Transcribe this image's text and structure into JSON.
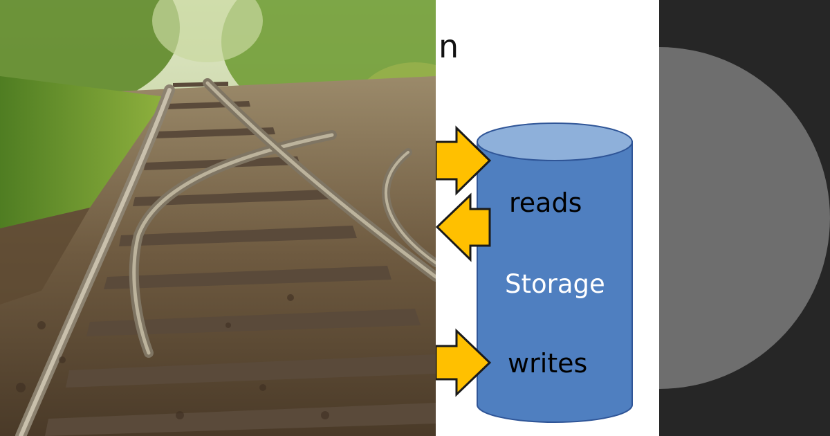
{
  "photo": {
    "subject": "railroad-tracks-photo"
  },
  "diagram": {
    "partial_heading": "n",
    "cylinder_labels": {
      "reads": "reads",
      "storage": "Storage",
      "writes": "writes"
    },
    "colors": {
      "cylinder_body": "#4f7fc0",
      "cylinder_top": "#8eb0da",
      "cylinder_outline": "#2f5597",
      "arrow_fill": "#ffc000",
      "arrow_outline": "#1a1a1a"
    }
  },
  "disc": {
    "colors": {
      "background": "#262626",
      "disc": "#6e6e6e"
    }
  }
}
